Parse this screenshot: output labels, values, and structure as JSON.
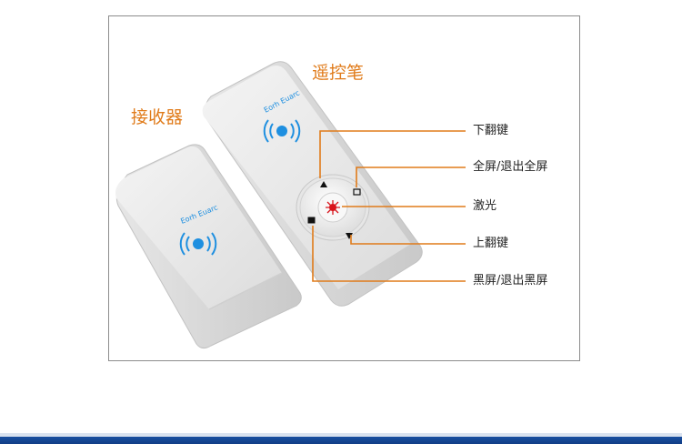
{
  "labels": {
    "receiver": "接收器",
    "remote": "遥控笔"
  },
  "callouts": {
    "page_down": "下翻键",
    "fullscreen": "全屏/退出全屏",
    "laser": "激光",
    "page_up": "上翻键",
    "blackscreen": "黑屏/退出黑屏"
  },
  "brand": "Eorh Euarc",
  "colors": {
    "accent_orange": "#e07b1a",
    "callout_line": "#e07b1a",
    "logo_blue": "#1e8fe0",
    "laser_red": "#d8141c",
    "bottom_bar": "#1a4fa0"
  }
}
